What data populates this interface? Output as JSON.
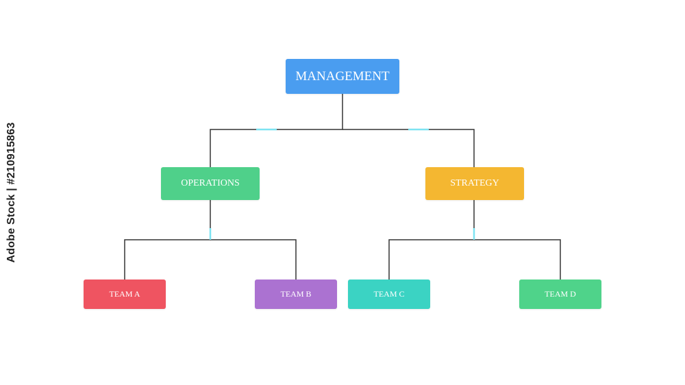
{
  "diagram": {
    "root": {
      "label": "MANAGEMENT",
      "color": "#4a9df0"
    },
    "departments": [
      {
        "label": "OPERATIONS",
        "color": "#4fd08a",
        "teams": [
          {
            "label": "TEAM A",
            "color": "#ef5461"
          },
          {
            "label": "TEAM B",
            "color": "#ab72d1"
          }
        ]
      },
      {
        "label": "STRATEGY",
        "color": "#f4b731",
        "teams": [
          {
            "label": "TEAM C",
            "color": "#3bd3c3"
          },
          {
            "label": "TEAM D",
            "color": "#4fd38a"
          }
        ]
      }
    ],
    "connector_color": "#333333",
    "accent_color": "#7de3f2"
  },
  "watermark": {
    "text": "Adobe Stock | #210915863"
  }
}
